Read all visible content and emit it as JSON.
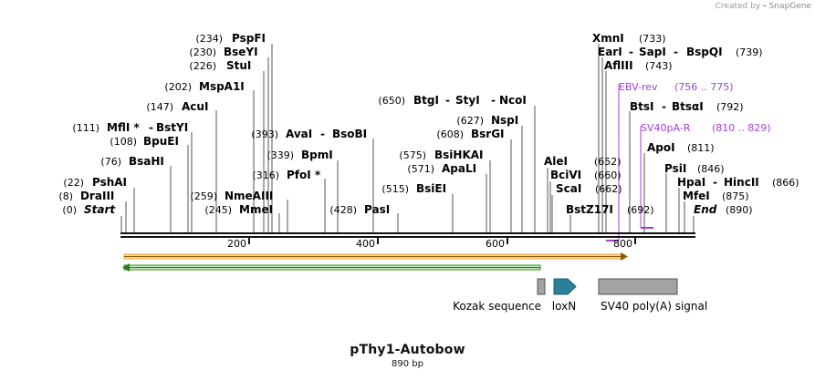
{
  "watermark": {
    "prefix": "Created by",
    "brand": "SnapGene"
  },
  "map": {
    "title": "pThy1-Autobow",
    "length_label": "890 bp"
  },
  "axis": {
    "ticks": [
      "200",
      "400",
      "600",
      "800"
    ]
  },
  "sites": [
    {
      "pos": "(234)",
      "label": "PspFI"
    },
    {
      "pos": "(230)",
      "label": "BseYI"
    },
    {
      "pos": "(226)",
      "label": "StuI"
    },
    {
      "pos": "(202)",
      "label": "MspA1I"
    },
    {
      "pos": "(147)",
      "label": "AcuI"
    },
    {
      "pos": "(111)",
      "label": "MflI *",
      "sep": "-",
      "label2": "BstYI"
    },
    {
      "pos": "(108)",
      "label": "BpuEI"
    },
    {
      "pos": "(76)",
      "label": "BsaHI"
    },
    {
      "pos": "(22)",
      "label": "PshAI"
    },
    {
      "pos": "(8)",
      "label": "DraIII"
    },
    {
      "pos": "(0)",
      "label": "Start",
      "italic": true
    },
    {
      "pos": "(393)",
      "label": "AvaI",
      "sep": "-",
      "label2": "BsoBI"
    },
    {
      "pos": "(339)",
      "label": "BpmI"
    },
    {
      "pos": "(316)",
      "label": "PfoI *"
    },
    {
      "pos": "(259)",
      "label": "NmeAIII"
    },
    {
      "pos": "(245)",
      "label": "MmeI"
    },
    {
      "pos": "(428)",
      "label": "PasI"
    },
    {
      "pos": "(650)",
      "label": "BtgI",
      "sep": "-",
      "label2": "StyI",
      "sep2": "-",
      "label3": "NcoI"
    },
    {
      "pos": "(627)",
      "label": "NspI"
    },
    {
      "pos": "(608)",
      "label": "BsrGI"
    },
    {
      "pos": "(575)",
      "label": "BsiHKAI"
    },
    {
      "pos": "(571)",
      "label": "ApaLI"
    },
    {
      "pos": "(515)",
      "label": "BsiEI"
    },
    {
      "pos": "(733)",
      "label": "XmnI"
    },
    {
      "pos": "(739)",
      "label": "EarI",
      "sep": "-",
      "label2": "SapI",
      "sep2": "-",
      "label3": "BspQI"
    },
    {
      "pos": "(743)",
      "label": "AflIII"
    },
    {
      "pos": "(652)",
      "label": "AleI"
    },
    {
      "pos": "(660)",
      "label": "BciVI"
    },
    {
      "pos": "(662)",
      "label": "ScaI"
    },
    {
      "pos": "(692)",
      "label": "BstZ17I"
    },
    {
      "pos": "(792)",
      "label": "BtsI",
      "sep": "-",
      "label2": "BtsαI"
    },
    {
      "pos": "(811)",
      "label": "ApoI"
    },
    {
      "pos": "(846)",
      "label": "PsiI"
    },
    {
      "pos": "(866)",
      "label": "HpaI",
      "sep": "-",
      "label2": "HincII"
    },
    {
      "pos": "(875)",
      "label": "MfeI"
    },
    {
      "pos": "(890)",
      "label": "End",
      "italic": true
    }
  ],
  "primers": [
    {
      "label": "EBV-rev",
      "range": "(756 .. 775)"
    },
    {
      "label": "SV40pA-R",
      "range": "(810 .. 829)"
    }
  ],
  "features": [
    {
      "label": "Kozak sequence"
    },
    {
      "label": "loxN"
    },
    {
      "label": "SV40 poly(A) signal"
    }
  ],
  "colors": {
    "primer": "#a23fd1",
    "orf_forward": "#f0a030",
    "orf_reverse": "#2f9a1e",
    "loxn": "#2a7f9a",
    "polya": "#a3a3a3",
    "kozak": "#a3a3a3"
  }
}
